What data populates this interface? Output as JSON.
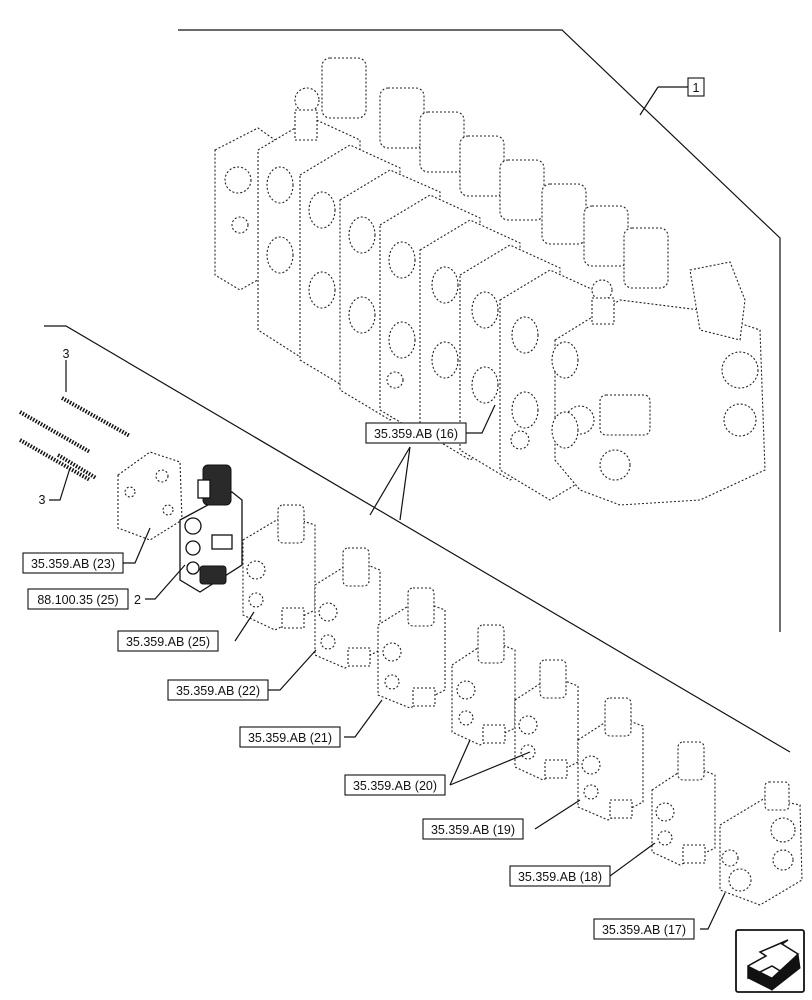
{
  "callouts": {
    "item_1": "1",
    "item_2": "2",
    "item_3a": "3",
    "item_3b": "3"
  },
  "references": {
    "ref_16": "35.359.AB (16)",
    "ref_23": "35.359.AB (23)",
    "ref_8810035": "88.100.35 (25)",
    "ref_25": "35.359.AB (25)",
    "ref_22": "35.359.AB (22)",
    "ref_21": "35.359.AB (21)",
    "ref_20": "35.359.AB (20)",
    "ref_19": "35.359.AB (19)",
    "ref_18": "35.359.AB (18)",
    "ref_17": "35.359.AB (17)"
  },
  "icons": {
    "nav": "next-page-arrow-icon"
  }
}
